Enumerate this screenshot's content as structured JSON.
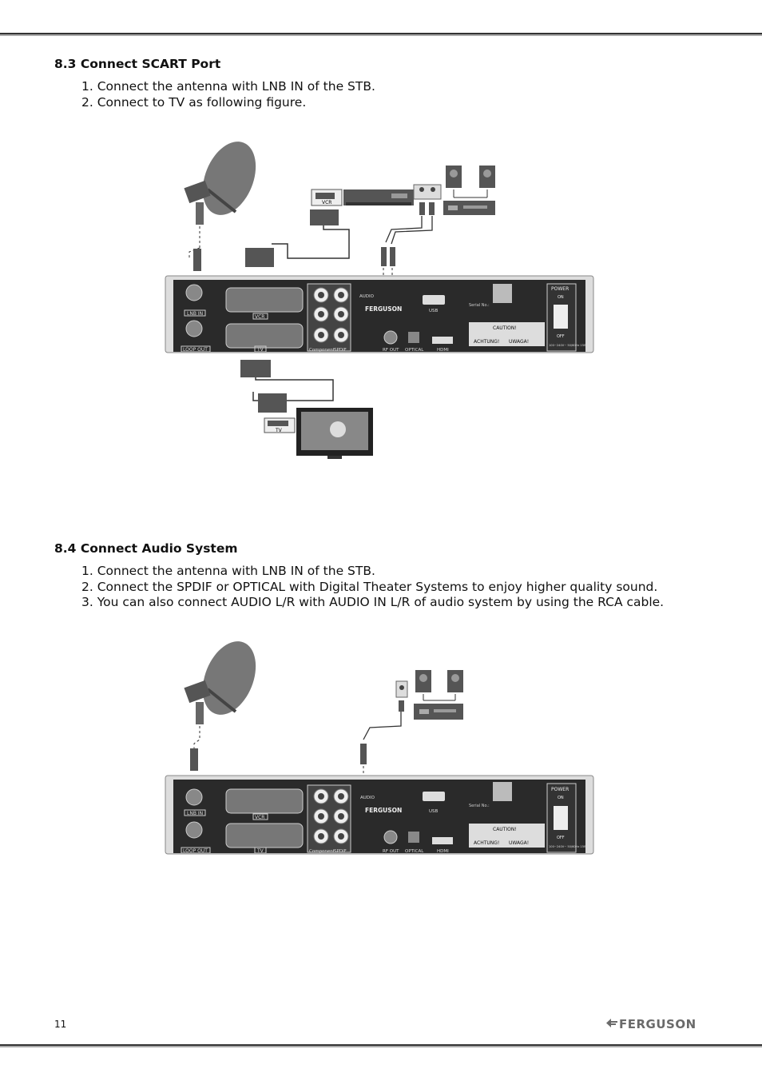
{
  "section1": {
    "title": "8.3 Connect SCART Port",
    "steps": [
      "1. Connect the antenna with LNB IN of the STB.",
      "2. Connect to TV as following figure."
    ]
  },
  "section2": {
    "title": "8.4 Connect Audio System",
    "steps": [
      "1. Connect the antenna with LNB IN of the STB.",
      "2. Connect the SPDIF or OPTICAL with Digital Theater Systems to enjoy higher quality sound.",
      "3. You can also connect AUDIO L/R with AUDIO IN L/R of audio system by using the RCA cable."
    ]
  },
  "panel_labels": {
    "lnb_in": "LNB IN",
    "loop_out": "LOOP OUT",
    "vcr": "VCR",
    "tv": "TV",
    "component": "Component",
    "spdif": "SPDIF",
    "audio": "AUDIO",
    "ferguson": "FERGUSON",
    "usb": "USB",
    "serial": "Serial No.:",
    "rf_out": "RF OUT",
    "optical": "OPTICAL",
    "hdmi": "HDMI",
    "caution": "CAUTION!",
    "achtung": "ACHTUNG!",
    "uwaga": "UWAGA!",
    "power": "POWER",
    "on": "ON",
    "off": "OFF",
    "rating": "100~240V~ 50/60Hz 15Wmax"
  },
  "device_labels": {
    "vcr": "VCR",
    "tv": "TV"
  },
  "footer": {
    "page_number": "11",
    "brand": "FERGUSON"
  }
}
